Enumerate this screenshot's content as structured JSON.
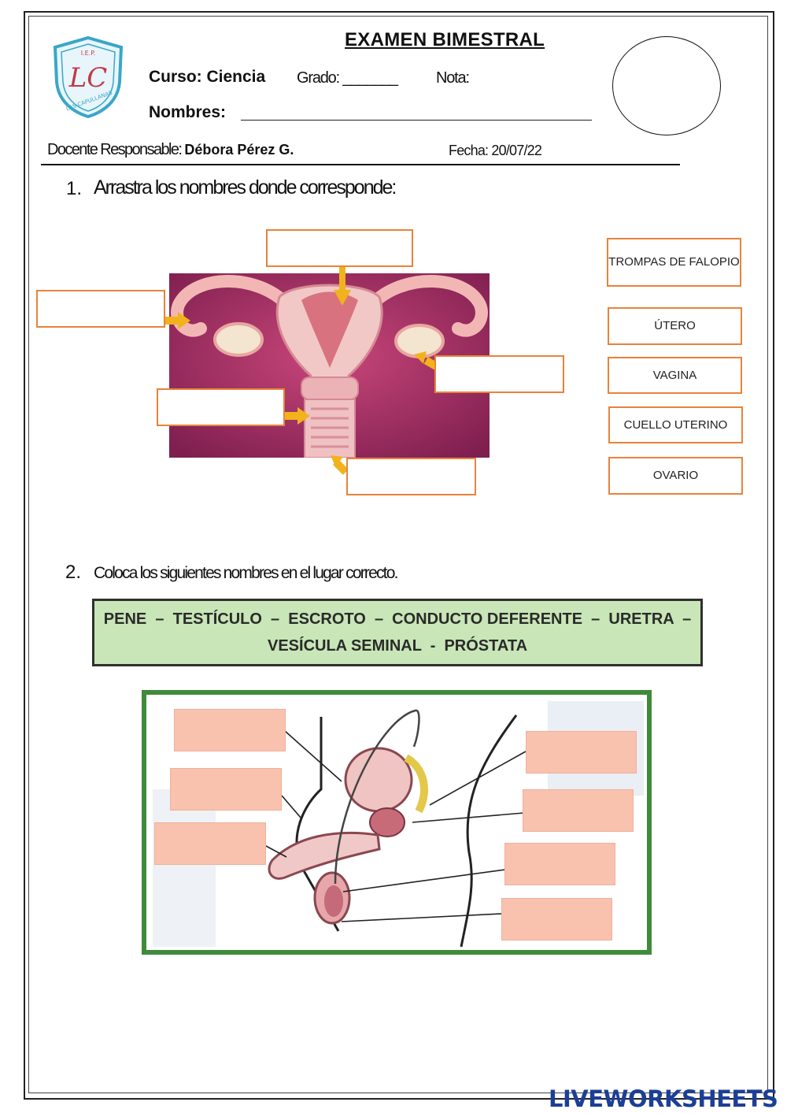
{
  "header": {
    "title": "EXAMEN BIMESTRAL",
    "course": "Curso: Ciencia",
    "grade_label": "Grado: _______",
    "score_label": "Nota:",
    "names_label": "Nombres:",
    "teacher_label": "Docente Responsable:",
    "teacher_name": "Débora Pérez G.",
    "date": "Fecha: 20/07/22",
    "logo_text": "LAS CAPULLANAS",
    "logo_monogram": "LC",
    "logo_top": "I.E.P."
  },
  "question1": {
    "number": "1.",
    "text": "Arrastra los nombres donde corresponde:",
    "word_cards": [
      "TROMPAS DE FALOPIO",
      "ÚTERO",
      "VAGINA",
      "CUELLO UTERINO",
      "OVARIO"
    ]
  },
  "question2": {
    "number": "2.",
    "text": "Coloca los siguientes nombres en el lugar correcto.",
    "word_bank_line1": "PENE  –  TESTÍCULO  –  ESCROTO  –  CONDUCTO DEFERENTE  –  URETRA  –",
    "word_bank_line2": "VESÍCULA SEMINAL  -  PRÓSTATA"
  },
  "watermark": "LIVEWORKSHEETS",
  "colors": {
    "accent_orange": "#e8833a",
    "arrow_yellow": "#f2b21b",
    "word_bank_green": "#c8e6b7",
    "frame_green": "#3f8a3b",
    "answer_salmon": "#f8c2ae",
    "watermark_blue": "#1c3f96"
  }
}
